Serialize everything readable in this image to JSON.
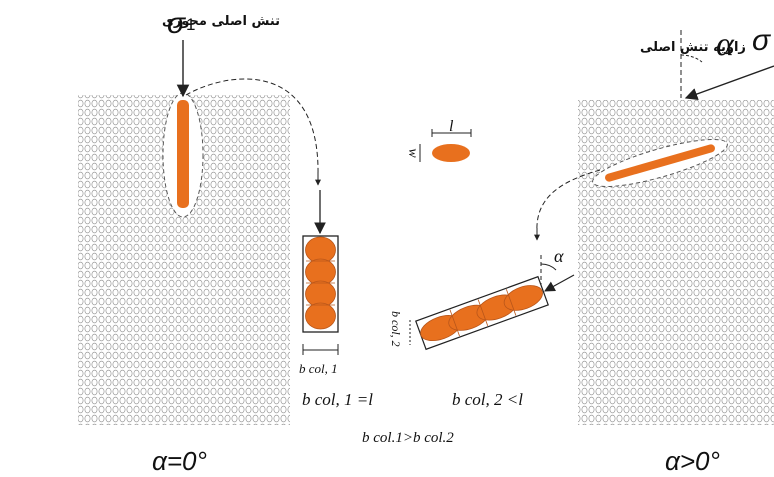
{
  "labels": {
    "principal_axial_stress": "تنش اصلی محوری",
    "principal_stress_angle": "زاویه تنش اصلی",
    "sigma_symbol": "σ",
    "sigma_subscript": "1",
    "alpha_symbol": "α",
    "length_symbol": "l",
    "width_symbol": "w",
    "b_col1": "b col, 1",
    "b_col2_vertical": "b col, 2",
    "eq_col1": "b  col, 1 =l",
    "ineq_col2": "b  col, 2 <l",
    "compare": "b col.1>b col.2",
    "case_zero": "α=0°",
    "case_positive": "α>0°"
  },
  "colors": {
    "fiber": "#E8701E",
    "fiber_outline": "#B9561A",
    "line": "#222222",
    "texture": "#9a9a9a",
    "background": "#ffffff"
  }
}
